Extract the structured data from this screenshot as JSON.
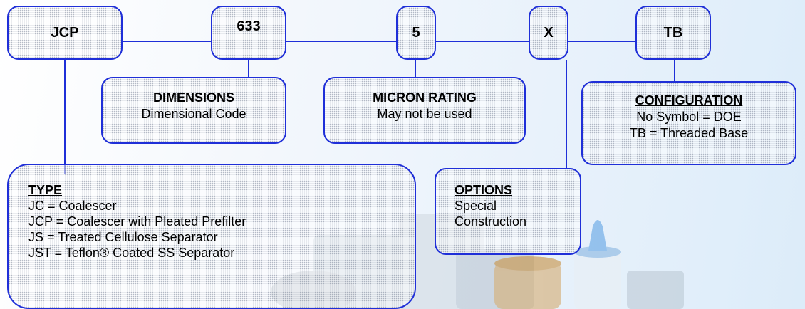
{
  "codes": {
    "type": "JCP",
    "dimensions": "633",
    "micron": "5",
    "options": "X",
    "configuration": "TB"
  },
  "dimensions": {
    "title": "DIMENSIONS",
    "line1": "Dimensional Code"
  },
  "micron_rating": {
    "title": "MICRON RATING",
    "line1": "May not be used"
  },
  "configuration": {
    "title": "CONFIGURATION",
    "line1": "No Symbol = DOE",
    "line2": "TB = Threaded Base"
  },
  "type": {
    "title": "TYPE",
    "items": [
      "JC = Coalescer",
      "JCP = Coalescer with Pleated Prefilter",
      "JS = Treated Cellulose Separator",
      "JST = Teflon® Coated SS Separator"
    ]
  },
  "options": {
    "title": "OPTIONS",
    "line1": "Special",
    "line2": "Construction"
  },
  "colors": {
    "border": "#1f2fd8"
  }
}
